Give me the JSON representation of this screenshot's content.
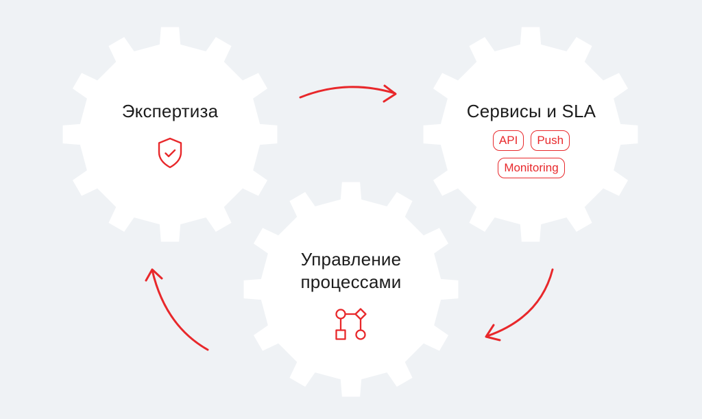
{
  "gears": {
    "expertise": {
      "title": "Экспертиза",
      "icon": "shield-check-icon"
    },
    "services": {
      "title": "Сервисы и SLA",
      "badges": [
        "API",
        "Push",
        "Monitoring"
      ]
    },
    "processes": {
      "title_line1": "Управление",
      "title_line2": "процессами",
      "icon": "process-flow-icon"
    }
  },
  "colors": {
    "accent": "#e8282b",
    "gear_fill": "#ffffff",
    "background": "#eff2f5",
    "text": "#1c1c1c"
  }
}
